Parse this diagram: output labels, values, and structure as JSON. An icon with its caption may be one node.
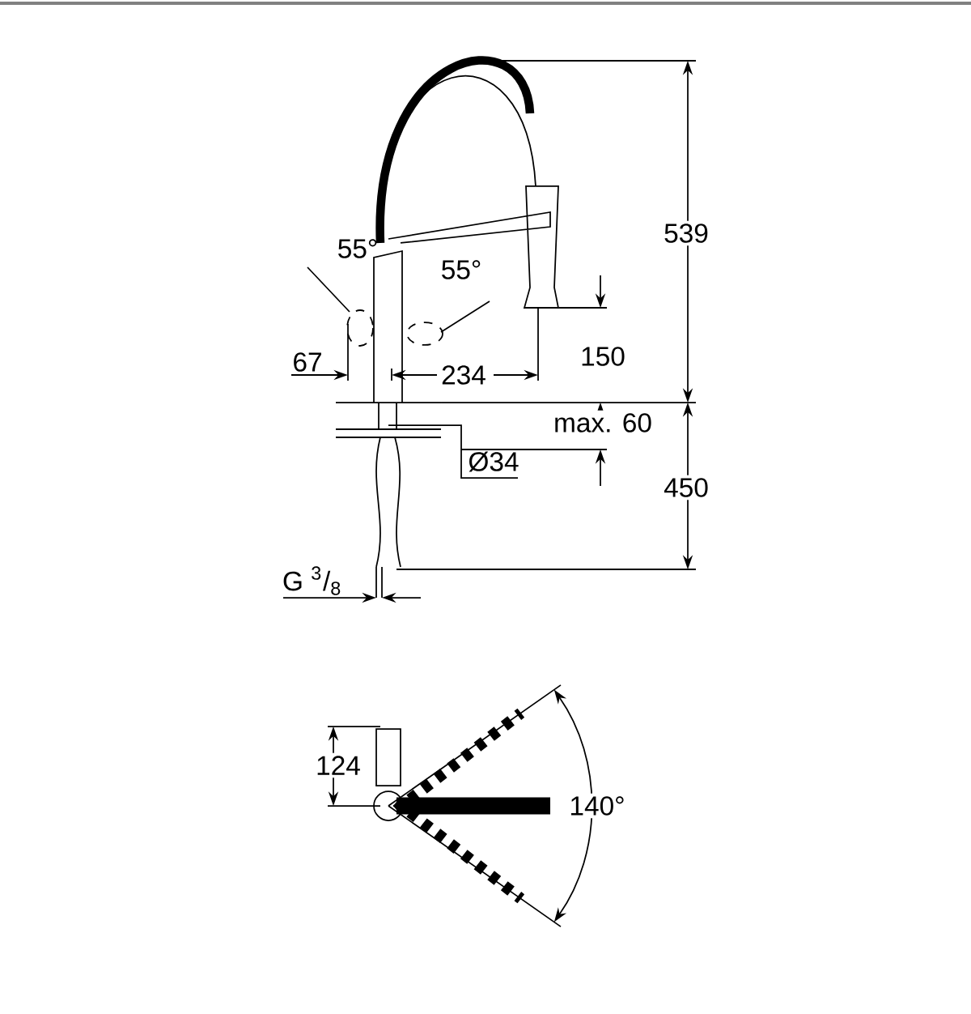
{
  "diagram": {
    "labels": [
      "539",
      "55°",
      "55°",
      "67",
      "234",
      "150",
      "max. 60",
      "Ø34",
      "450",
      "G $^{3}$/$_{8}$",
      "124",
      "140°"
    ]
  }
}
